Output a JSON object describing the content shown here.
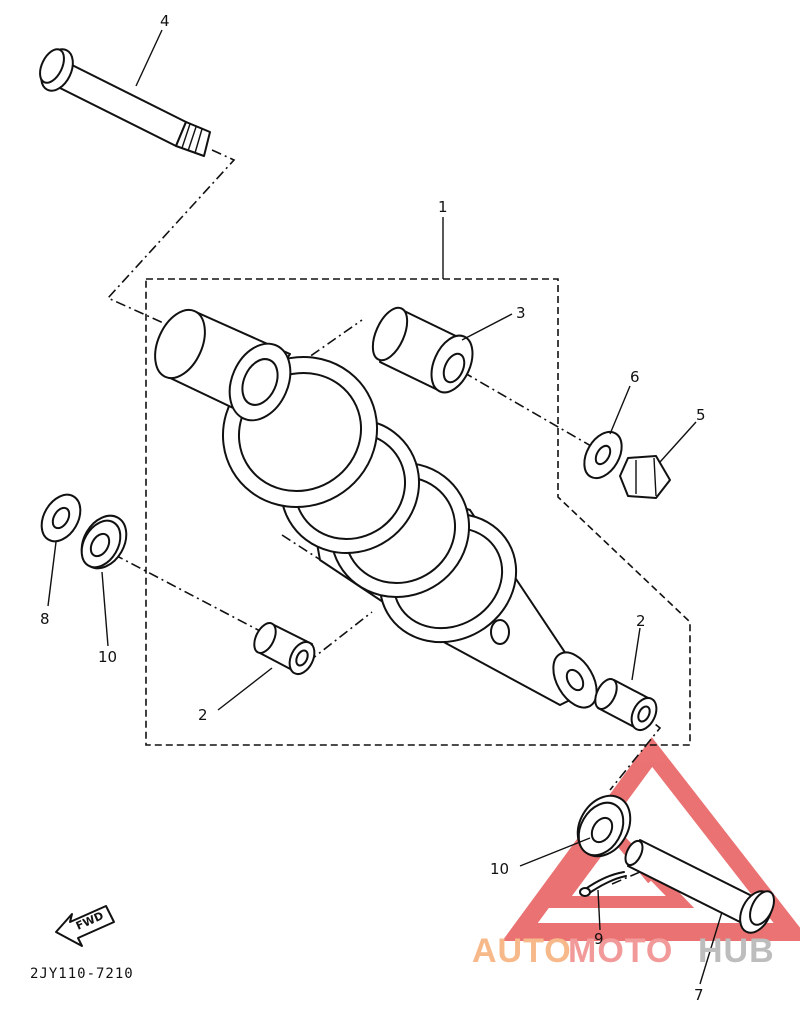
{
  "diagram": {
    "callouts": [
      "4",
      "1",
      "3",
      "6",
      "5",
      "8",
      "10",
      "2",
      "2",
      "10",
      "9",
      "7"
    ],
    "part_code": "2JY110-7210",
    "fwd_label": "FWD"
  },
  "watermark": {
    "part_a": "AUTO",
    "part_b": "MOTO",
    "part_c": "HUB",
    "colors": {
      "auto": "#f7b98a",
      "moto": "#f29a9a",
      "hub": "#bdbdbd",
      "triangle": "#e85a5a"
    }
  },
  "icons": {
    "fwd_arrow": "fwd-arrow-icon",
    "logo": "triangle-logo-icon"
  }
}
